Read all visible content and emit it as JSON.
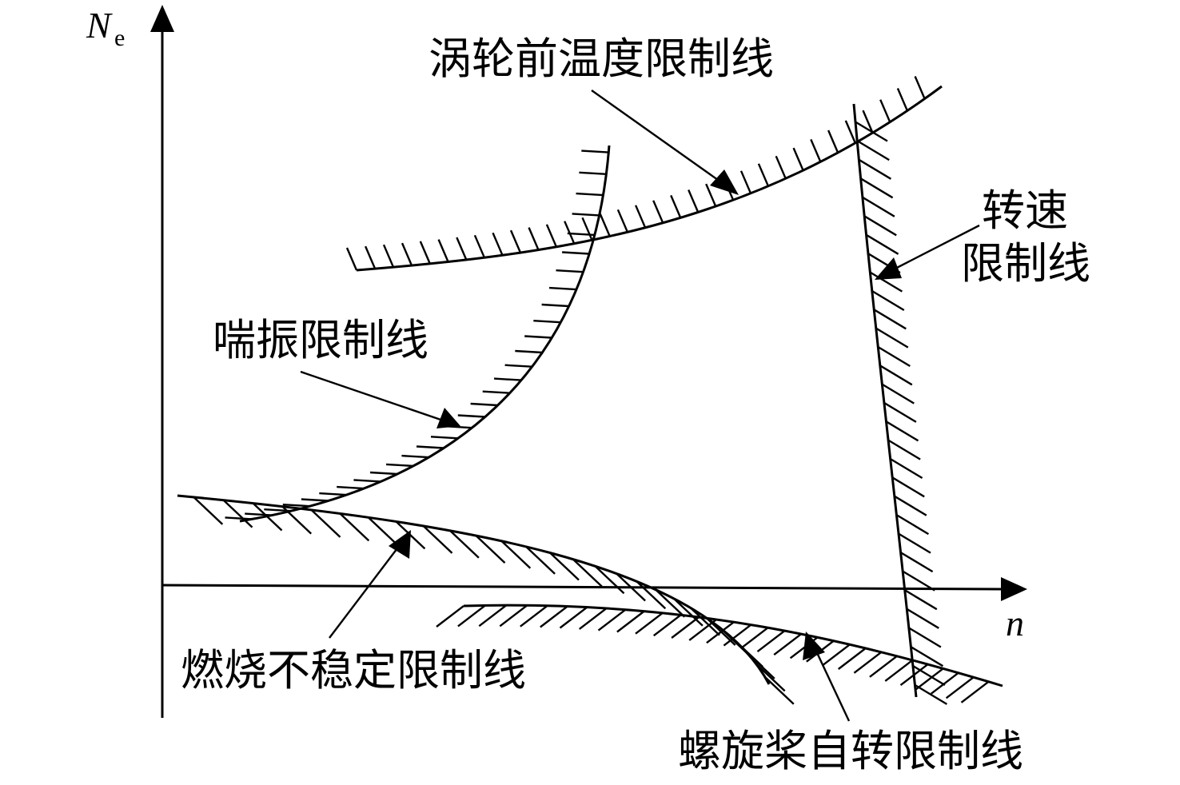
{
  "axes": {
    "y_label": "N",
    "y_label_sub": "e",
    "x_label": "n"
  },
  "labels": {
    "turbine_temp": "涡轮前温度限制线",
    "speed_line1": "转速",
    "speed_line2": "限制线",
    "surge": "喘振限制线",
    "combustion": "燃烧不稳定限制线",
    "propeller": "螺旋桨自转限制线"
  },
  "colors": {
    "ink": "#000000",
    "background": "#ffffff"
  }
}
